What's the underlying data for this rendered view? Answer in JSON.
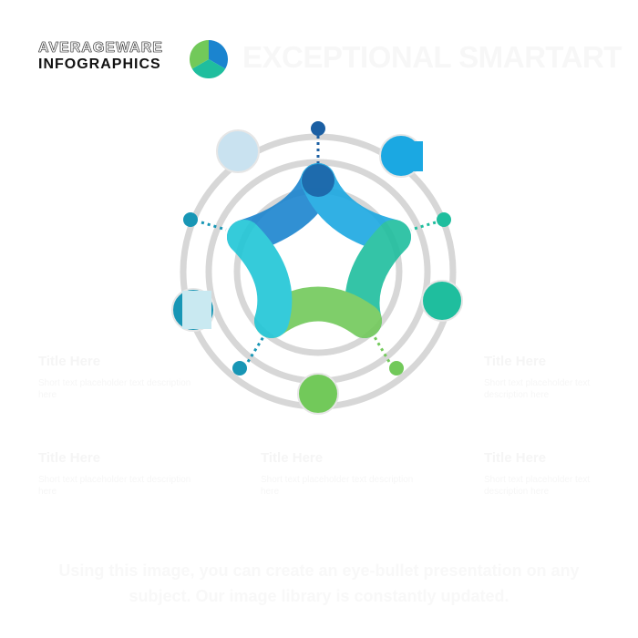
{
  "header": {
    "logo_line_1": "AVERAGEWARE",
    "logo_line_2": "INFOGRAPHICS",
    "title": "EXCEPTIONAL SMARTART"
  },
  "text_blocks": [
    {
      "title": "Title Here",
      "body": "Short text placeholder text description here"
    },
    {
      "title": "Title Here",
      "body": "Short text placeholder text description here"
    },
    {
      "title": "Title Here",
      "body": "Short text placeholder text description here"
    },
    {
      "title": "Title Here",
      "body": "Short text placeholder text description here"
    },
    {
      "title": "Title Here",
      "body": "Short text placeholder text description here"
    }
  ],
  "footer": {
    "text": "Using this image, you can create an eye-bullet presentation on any subject. Our image library is constantly updated."
  },
  "colors": {
    "background": "#ffffff",
    "ring": "#d7d7d7",
    "navy": "#1b5fa3",
    "blue": "#1b84cf",
    "sky": "#1ba8e2",
    "cyan": "#20c6d6",
    "teal": "#1fbe9e",
    "green": "#72c95a",
    "light_blue": "#c9e2f0",
    "dark_cyan": "#1896b5"
  }
}
